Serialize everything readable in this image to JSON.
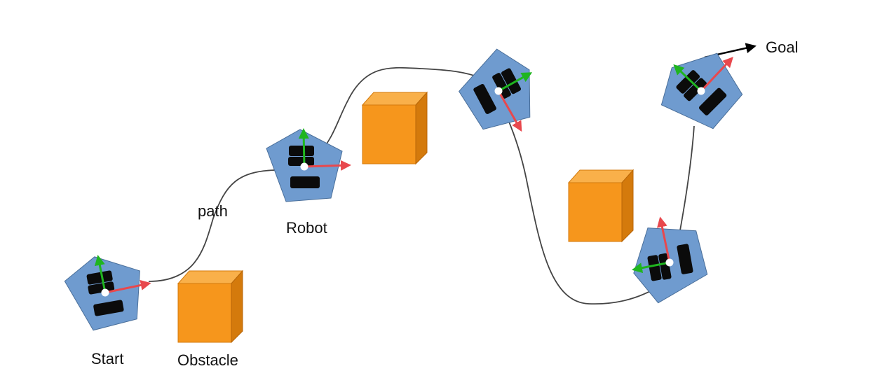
{
  "labels": {
    "start": "Start",
    "obstacle": "Obstacle",
    "path": "path",
    "robot": "Robot",
    "goal": "Goal"
  },
  "colors": {
    "robot_body": "#6f9bcf",
    "robot_outline": "#4a6f9a",
    "wheel": "#0b0b0b",
    "x_axis_arrow": "#e8484d",
    "y_axis_arrow": "#1fb51f",
    "origin_dot": "#ffffff",
    "obstacle_front": "#f6961c",
    "obstacle_top": "#f9b04a",
    "obstacle_side": "#d47a0c",
    "path_line": "#444444",
    "goal_arrow": "#000000"
  },
  "icons": {
    "robot": "pentagon-robot-icon",
    "obstacle": "cube-obstacle-icon"
  }
}
